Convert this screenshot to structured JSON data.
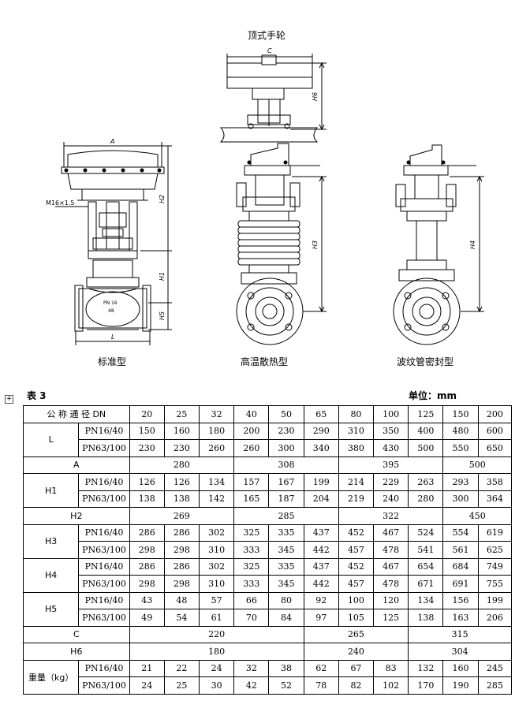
{
  "captions": {
    "top": "顶式手轮",
    "standard": "标准型",
    "high_temp": "高温散热型",
    "bellows": "波纹管密封型"
  },
  "drawing_labels": {
    "A": "A",
    "C": "C",
    "H1": "H1",
    "H2": "H2",
    "H3": "H3",
    "H4": "H4",
    "H5": "H5",
    "H6": "H6",
    "L": "L",
    "thread": "M16×1.5",
    "pn": "PN 16",
    "dn": "48"
  },
  "table": {
    "title": "表 3",
    "unit": "单位：mm",
    "header_label": "公 称 通 径 DN",
    "dn": [
      "20",
      "25",
      "32",
      "40",
      "50",
      "65",
      "80",
      "100",
      "125",
      "150",
      "200"
    ],
    "pn1": "PN16/40",
    "pn2": "PN63/100",
    "L": {
      "label": "L",
      "pn1": [
        "150",
        "160",
        "180",
        "200",
        "230",
        "290",
        "310",
        "350",
        "400",
        "480",
        "600"
      ],
      "pn2": [
        "230",
        "230",
        "260",
        "260",
        "300",
        "340",
        "380",
        "430",
        "500",
        "550",
        "650"
      ]
    },
    "A": {
      "label": "A",
      "groups": [
        "280",
        "308",
        "395",
        "500"
      ]
    },
    "H1": {
      "label": "H1",
      "pn1": [
        "126",
        "126",
        "134",
        "157",
        "167",
        "199",
        "214",
        "229",
        "263",
        "293",
        "358"
      ],
      "pn2": [
        "138",
        "138",
        "142",
        "165",
        "187",
        "204",
        "219",
        "240",
        "280",
        "300",
        "364"
      ]
    },
    "H2": {
      "label": "H2",
      "groups": [
        "269",
        "285",
        "322",
        "450"
      ]
    },
    "H3": {
      "label": "H3",
      "pn1": [
        "286",
        "286",
        "302",
        "325",
        "335",
        "437",
        "452",
        "467",
        "524",
        "554",
        "619"
      ],
      "pn2": [
        "298",
        "298",
        "310",
        "333",
        "345",
        "442",
        "457",
        "478",
        "541",
        "561",
        "625"
      ]
    },
    "H4": {
      "label": "H4",
      "pn1": [
        "286",
        "286",
        "302",
        "325",
        "335",
        "437",
        "452",
        "467",
        "654",
        "684",
        "749"
      ],
      "pn2": [
        "298",
        "298",
        "310",
        "333",
        "345",
        "442",
        "457",
        "478",
        "671",
        "691",
        "755"
      ]
    },
    "H5": {
      "label": "H5",
      "pn1": [
        "43",
        "48",
        "57",
        "66",
        "80",
        "92",
        "100",
        "120",
        "134",
        "156",
        "199"
      ],
      "pn2": [
        "49",
        "54",
        "61",
        "70",
        "84",
        "97",
        "105",
        "125",
        "138",
        "163",
        "206"
      ]
    },
    "C": {
      "label": "C",
      "groups": [
        "220",
        "265",
        "315"
      ]
    },
    "H6": {
      "label": "H6",
      "groups": [
        "180",
        "240",
        "304"
      ]
    },
    "W": {
      "label": "重量（kg）",
      "pn1": [
        "21",
        "22",
        "24",
        "32",
        "38",
        "62",
        "67",
        "83",
        "132",
        "160",
        "245"
      ],
      "pn2": [
        "24",
        "25",
        "30",
        "42",
        "52",
        "78",
        "82",
        "102",
        "170",
        "190",
        "285"
      ]
    }
  }
}
